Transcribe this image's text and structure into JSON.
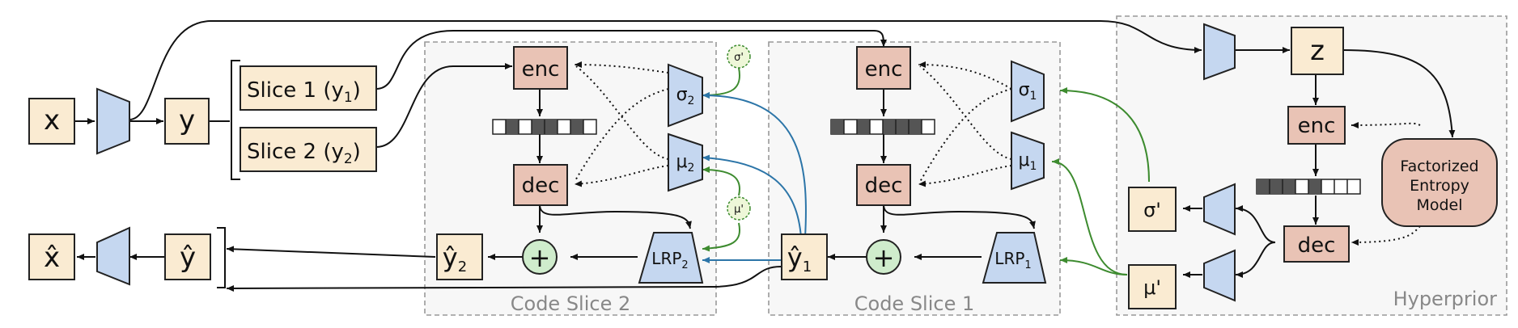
{
  "inputs": {
    "x": "x",
    "y": "y",
    "z": "z",
    "x_hat": "x̂",
    "y_hat": "ŷ"
  },
  "slices": {
    "slice1": "Slice 1 (y",
    "slice2": "Slice 2 (y",
    "sub1": "1",
    "sub2": "2",
    "close": ")"
  },
  "groups": {
    "code_slice_2": "Code Slice 2",
    "code_slice_1": "Code Slice 1",
    "hyperprior": "Hyperprior"
  },
  "ops": {
    "enc": "enc",
    "dec": "dec",
    "plus": "+",
    "lrp": "LRP"
  },
  "params": {
    "sigma": "σ",
    "mu": "μ",
    "sigma_prime": "σ'",
    "mu_prime": "μ'",
    "sub1": "1",
    "sub2": "2"
  },
  "entropy_model": {
    "line1": "Factorized",
    "line2": "Entropy",
    "line3": "Model"
  },
  "y_hat_slices": {
    "base": "ŷ",
    "sub1": "1",
    "sub2": "2"
  },
  "colors": {
    "beige": "#faebd2",
    "salmon": "#e9c3b5",
    "blue": "#c5d7f0",
    "green": "#cfeccc",
    "green_arrow": "#3d8b2f",
    "blue_arrow": "#2c75a8"
  }
}
